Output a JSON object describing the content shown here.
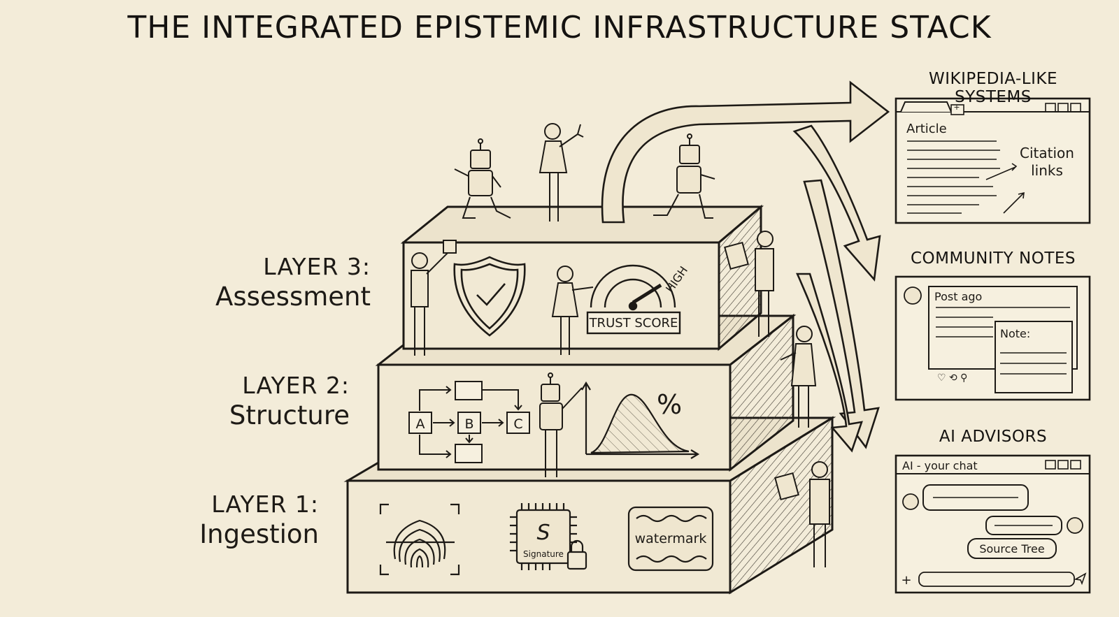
{
  "title": "THE INTEGRATED EPISTEMIC INFRASTRUCTURE STACK",
  "layers": [
    {
      "number": "LAYER 3:",
      "name": "Assessment"
    },
    {
      "number": "LAYER 2:",
      "name": "Structure"
    },
    {
      "number": "LAYER 1:",
      "name": "Ingestion"
    }
  ],
  "layer3": {
    "trust_label": "TRUST SCORE",
    "gauge_label": "HIGH"
  },
  "layer2": {
    "node_a": "A",
    "node_b": "B",
    "node_c": "C",
    "percent": "%"
  },
  "layer1": {
    "signature_letter": "S",
    "signature_label": "Signature",
    "watermark_label": "watermark"
  },
  "outputs": {
    "wikipedia": {
      "heading": "WIKIPEDIA-LIKE SYSTEMS",
      "tab_label": "Article",
      "new_tab": "+",
      "callout": "Citation\nlinks",
      "callout_line1": "Citation",
      "callout_line2": "links"
    },
    "community": {
      "heading": "COMMUNITY NOTES",
      "post_label": "Post ago",
      "note_label": "Note:"
    },
    "ai": {
      "heading": "AI ADVISORS",
      "chat_title": "AI - your chat",
      "source_button": "Source Tree",
      "composer_plus": "+"
    }
  },
  "colors": {
    "paper": "#f3ecd9",
    "ink": "#1d1a16",
    "panel": "#f6f0df"
  }
}
